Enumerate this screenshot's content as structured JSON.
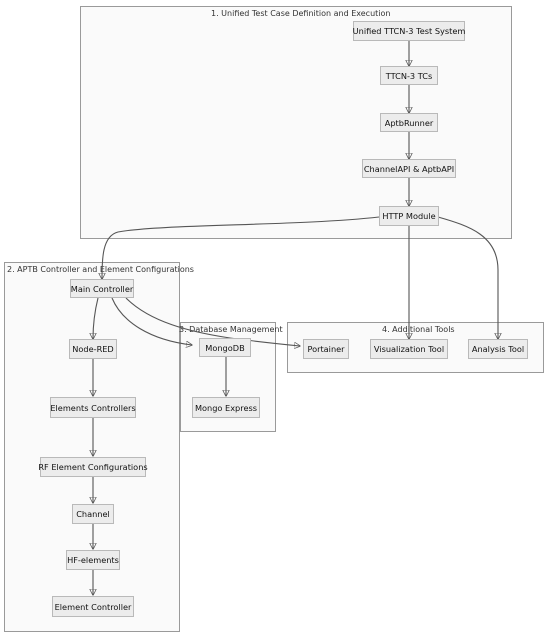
{
  "groups": {
    "g1": {
      "title": "1. Unified Test Case Definition and Execution"
    },
    "g2": {
      "title": "2. APTB Controller and Element Configurations"
    },
    "g3": {
      "title": "3. Database Management"
    },
    "g4": {
      "title": "4. Additional Tools"
    }
  },
  "nodes": {
    "unified": "Unified TTCN-3 Test System",
    "ttcn3": "TTCN-3 TCs",
    "aptbrunner": "AptbRunner",
    "channelapi": "ChannelAPI & AptbAPI",
    "http": "HTTP Module",
    "maincontroller": "Main Controller",
    "nodered": "Node-RED",
    "elemctrls": "Elements Controllers",
    "rfconfig": "RF Element Configurations",
    "channel": "Channel",
    "hfelements": "HF-elements",
    "elemctrl": "Element Controller",
    "mongodb": "MongoDB",
    "mongoexpress": "Mongo Express",
    "portainer": "Portainer",
    "viztool": "Visualization Tool",
    "analysistool": "Analysis Tool"
  }
}
